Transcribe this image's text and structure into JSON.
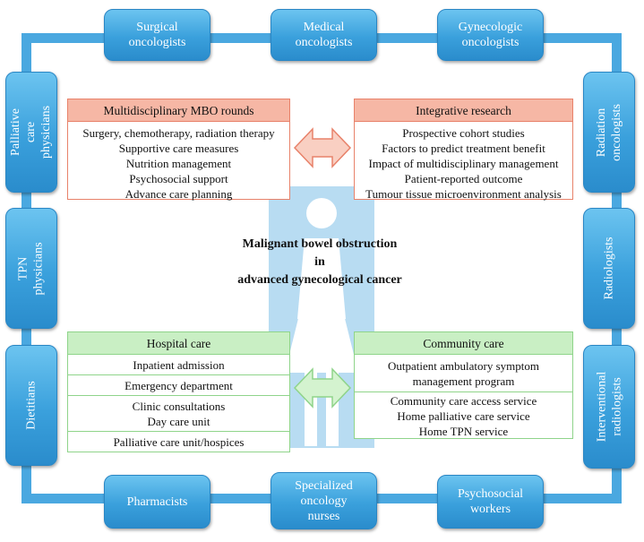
{
  "colors": {
    "frame": "#4aa8e0",
    "tile": "#3aa0dc",
    "research_header": "#f6b7a5",
    "research_border": "#e8826a",
    "care_header": "#c9efc4",
    "care_border": "#8fd48a",
    "figure_bg": "#b8dcf2"
  },
  "title": {
    "line1": "Malignant bowel obstruction",
    "line2": "in",
    "line3": "advanced gynecological cancer"
  },
  "top_tiles": [
    "Surgical\noncologists",
    "Medical\noncologists",
    "Gynecologic\noncologists"
  ],
  "bottom_tiles": [
    "Pharmacists",
    "Specialized\noncology\nnurses",
    "Psychosocial\nworkers"
  ],
  "left_tiles": [
    "Palliative care\nphysicians",
    "TPN physicians",
    "Dietitians"
  ],
  "right_tiles": [
    "Radiation\noncologists",
    "Radiologists",
    "Interventional\nradiologists"
  ],
  "mbo_rounds": {
    "header": "Multidisciplinary MBO rounds",
    "items": [
      "Surgery, chemotherapy, radiation therapy",
      "Supportive care measures",
      "Nutrition management",
      "Psychosocial support",
      "Advance care planning"
    ]
  },
  "research": {
    "header": "Integrative research",
    "items": [
      "Prospective cohort studies",
      "Factors to predict treatment benefit",
      "Impact of multidisciplinary management",
      "Patient-reported outcome",
      "Tumour tissue microenvironment analysis"
    ]
  },
  "hospital_care": {
    "header": "Hospital care",
    "items": [
      "Inpatient admission",
      "Emergency department",
      "Clinic consultations\nDay care unit",
      "Palliative care unit/hospices"
    ]
  },
  "community_care": {
    "header": "Community care",
    "items": [
      "Outpatient ambulatory symptom\nmanagement program",
      "Community care access service\nHome palliative care service\nHome TPN service"
    ]
  }
}
